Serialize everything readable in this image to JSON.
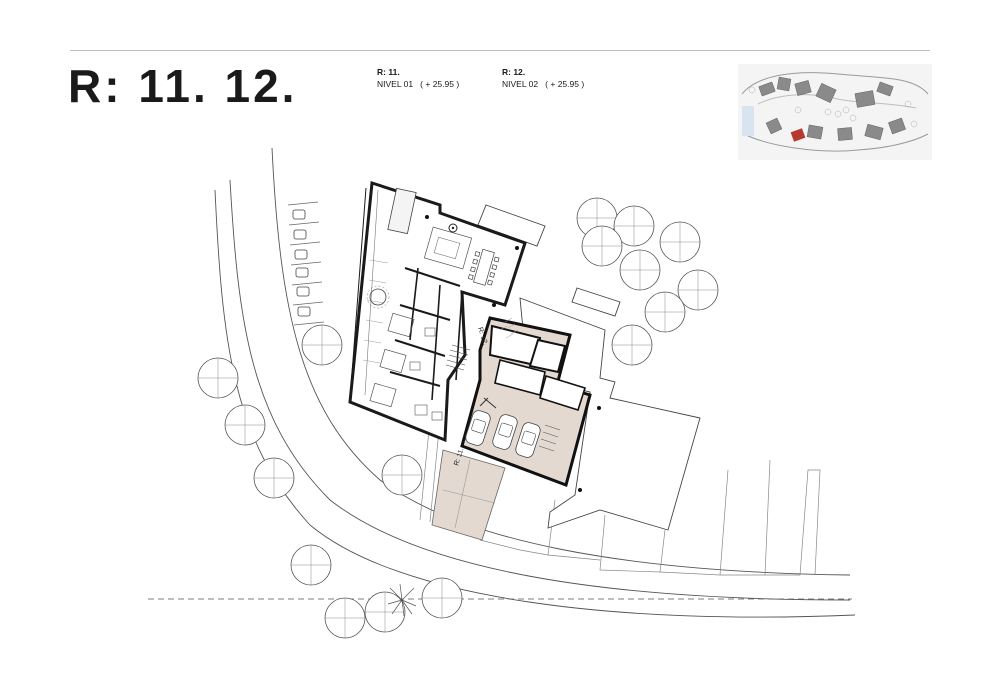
{
  "header": {
    "title": "R: 11. 12.",
    "units": [
      {
        "code": "R: 11.",
        "level": "NIVEL 01",
        "elevation": "( + 25.95 )"
      },
      {
        "code": "R: 12.",
        "level": "NIVEL 02",
        "elevation": "( + 25.95 )"
      }
    ]
  },
  "plan": {
    "labels": {
      "unit_12": "R: 12.",
      "unit_11": "R: 11."
    },
    "colors": {
      "highlight": "#e3d9d1",
      "walls": "#111111",
      "line": "#555555",
      "light_line": "#9a9a9a",
      "keymap_marker": "#b5392f"
    }
  }
}
